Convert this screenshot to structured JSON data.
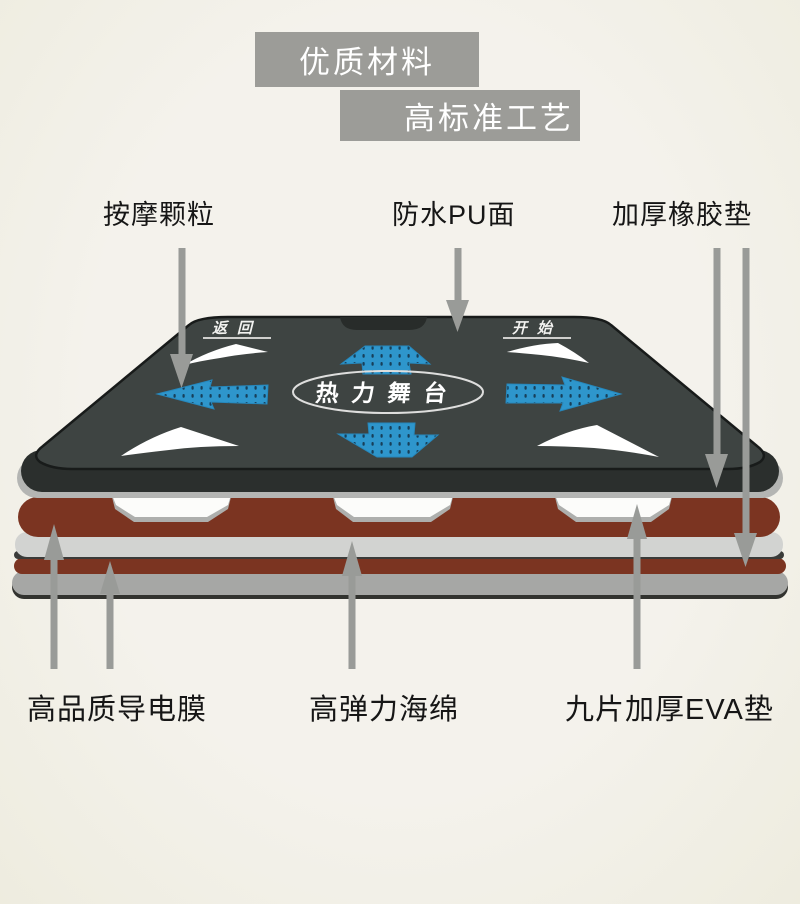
{
  "page": {
    "background_color": "#f2f0e9"
  },
  "banners": [
    {
      "label": "优质材料",
      "bg_color": "#9c9c98",
      "text_color": "#ffffff"
    },
    {
      "label": "高标准工艺",
      "bg_color": "#9c9c98",
      "text_color": "#ffffff"
    }
  ],
  "callouts": {
    "top": [
      {
        "label": "按摩颗粒"
      },
      {
        "label": "防水PU面"
      },
      {
        "label": "加厚橡胶垫"
      }
    ],
    "bottom": [
      {
        "label": "高品质导电膜"
      },
      {
        "label": "高弹力海绵"
      },
      {
        "label": "九片加厚EVA垫"
      }
    ]
  },
  "mat": {
    "back_label": "返回",
    "start_label": "开始",
    "center_label": "热力舞台",
    "surface_color": "#3e4442",
    "rim_color": "#2b2f2d",
    "arrow_color": "#2e96cc",
    "arrow_dot_color": "#173f59"
  },
  "layers": {
    "conductive_film_color": "#7b3421",
    "sponge_color": "#d2d3d1",
    "eva_base_color": "#a6a7a5",
    "edge_trim_color": "#b4b5b3",
    "pointer_arrow_color": "#999b98"
  }
}
